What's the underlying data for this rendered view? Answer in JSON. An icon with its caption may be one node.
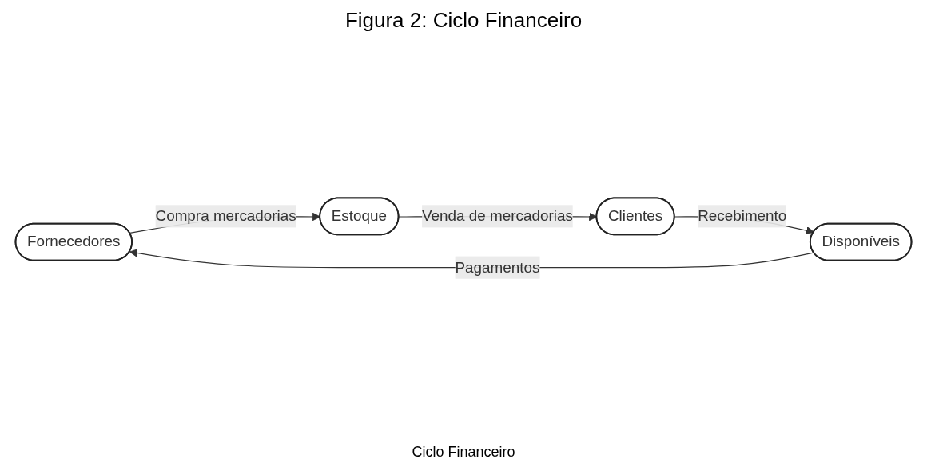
{
  "diagram": {
    "title": "Figura 2: Ciclo Financeiro",
    "nodes": [
      {
        "text": [
          "Fornecedores"
        ]
      },
      {
        "text": [
          "Estoque"
        ]
      },
      {
        "text": [
          "Clientes"
        ]
      },
      {
        "text": [
          "Disponíveis"
        ]
      }
    ],
    "edges": [
      {
        "from": 3,
        "to": 0,
        "arrow": "to",
        "label": "Pagamentos"
      },
      {
        "from": 0,
        "to": 1,
        "arrow": "to",
        "label": "Compra mercadorias"
      },
      {
        "from": 1,
        "to": 2,
        "arrow": "to",
        "label": "Venda de mercadorias"
      },
      {
        "from": 2,
        "to": 3,
        "arrow": "to",
        "label": "Recebimento"
      }
    ],
    "labels": [
      "Ciclo Financeiro"
    ]
  }
}
